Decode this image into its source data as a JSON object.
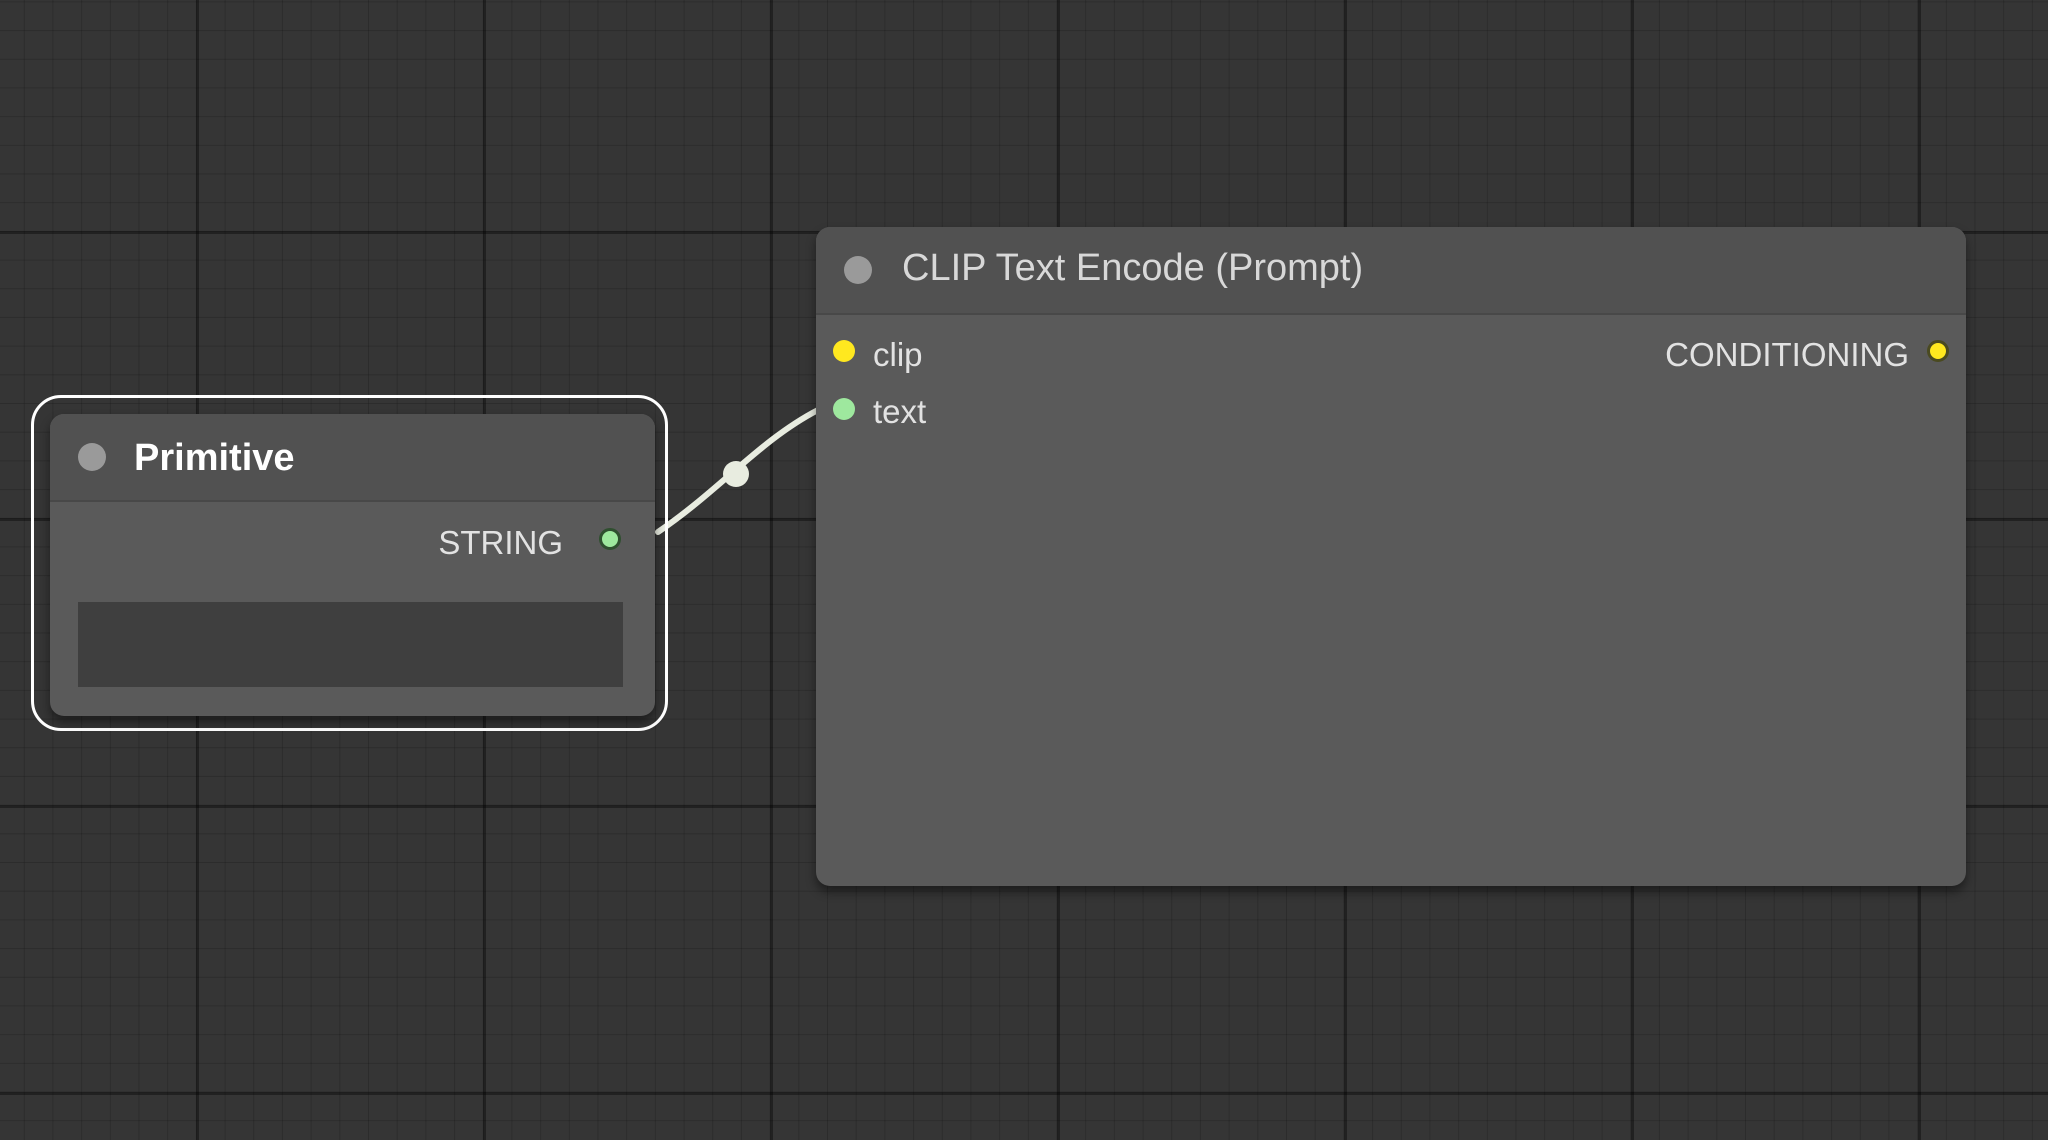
{
  "nodes": {
    "primitive": {
      "title": "Primitive",
      "output_label": "STRING",
      "output_color": "#9ee89e"
    },
    "clip_text_encode": {
      "title": "CLIP Text Encode (Prompt)",
      "inputs": [
        {
          "label": "clip",
          "color": "#ffe81f"
        },
        {
          "label": "text",
          "color": "#9ee89e"
        }
      ],
      "output_label": "CONDITIONING",
      "output_color": "#ffe81f"
    }
  },
  "link": {
    "from": "primitive.STRING",
    "to": "clip_text_encode.text",
    "color": "#e8ece0"
  },
  "colors": {
    "canvas_background": "#353535",
    "node_body": "#5a5a5a",
    "node_header": "#515151",
    "selection_outline": "#ffffff"
  }
}
